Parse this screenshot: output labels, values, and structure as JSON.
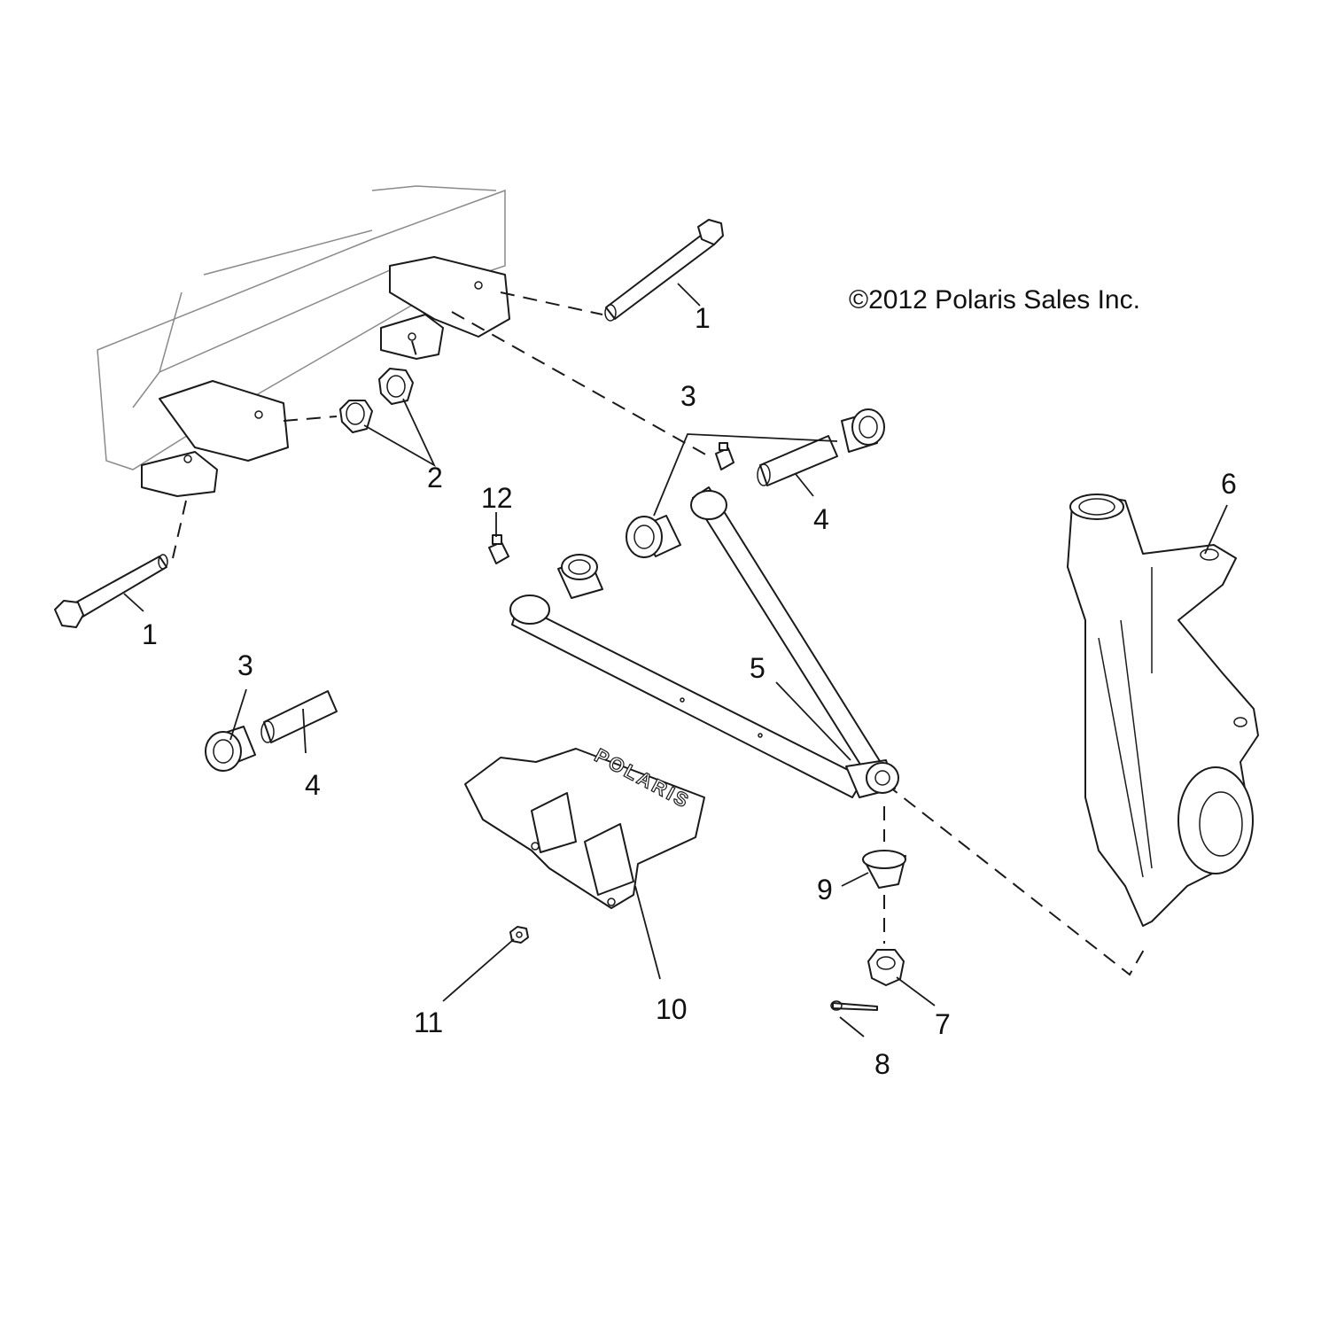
{
  "copyright": "©2012 Polaris Sales Inc.",
  "guard_logo": "POLARIS",
  "callouts": [
    {
      "id": "c1a",
      "label": "1"
    },
    {
      "id": "c1b",
      "label": "1"
    },
    {
      "id": "c2",
      "label": "2"
    },
    {
      "id": "c3a",
      "label": "3"
    },
    {
      "id": "c3b",
      "label": "3"
    },
    {
      "id": "c4a",
      "label": "4"
    },
    {
      "id": "c4b",
      "label": "4"
    },
    {
      "id": "c5",
      "label": "5"
    },
    {
      "id": "c6",
      "label": "6"
    },
    {
      "id": "c7",
      "label": "7"
    },
    {
      "id": "c8",
      "label": "8"
    },
    {
      "id": "c9",
      "label": "9"
    },
    {
      "id": "c10",
      "label": "10"
    },
    {
      "id": "c11",
      "label": "11"
    },
    {
      "id": "c12",
      "label": "12"
    }
  ]
}
